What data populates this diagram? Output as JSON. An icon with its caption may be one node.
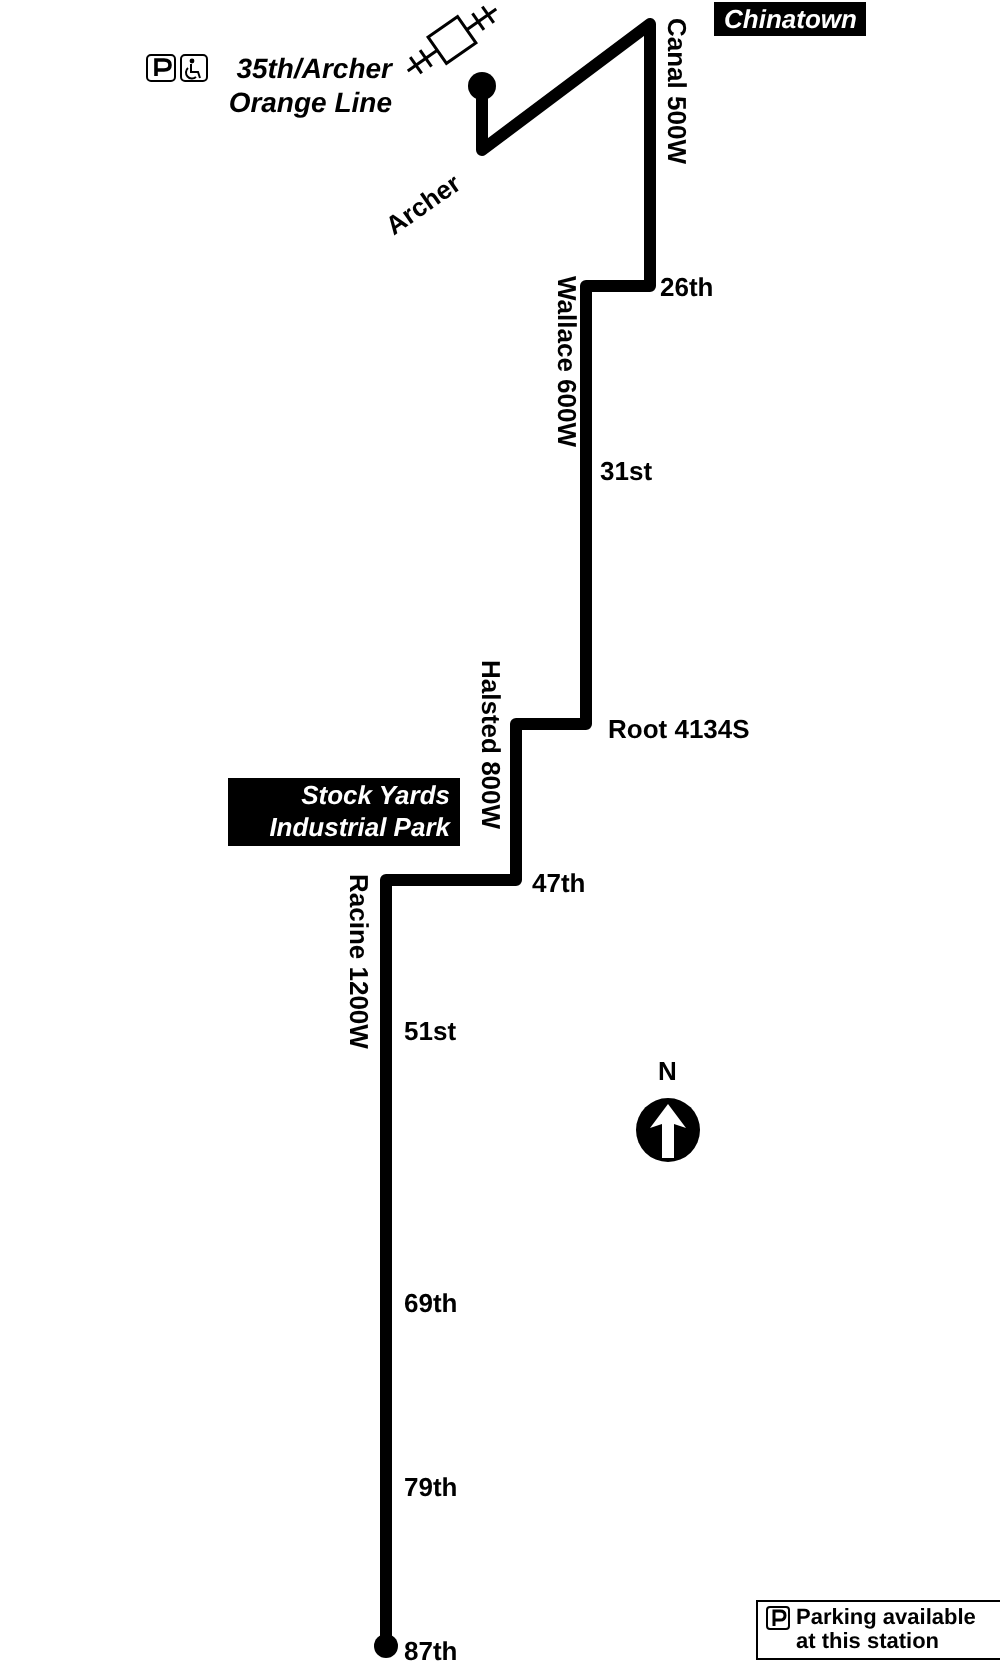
{
  "diagram": {
    "labels": [
      "35th/Archer Orange Line",
      "Chinatown",
      "Canal 500W",
      "Archer",
      "26th",
      "Wallace 600W",
      "31st",
      "Root 4134S",
      "Halsted 800W",
      "Stock Yards Industrial Park",
      "47th",
      "Racine 1200W",
      "51st",
      "N",
      "69th",
      "79th",
      "87th"
    ],
    "legend": [
      {
        "text": "Parking available at this station"
      }
    ]
  }
}
